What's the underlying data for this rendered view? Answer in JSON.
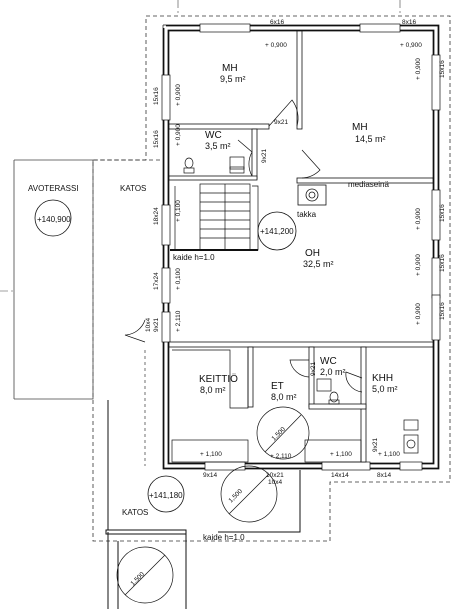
{
  "rooms": {
    "mh1": {
      "name": "MH",
      "area": "9,5 m²"
    },
    "mh2": {
      "name": "MH",
      "area": "14,5 m²"
    },
    "wc1": {
      "name": "WC",
      "area": "3,5 m²"
    },
    "oh": {
      "name": "OH",
      "area": "32,5 m²"
    },
    "keittio": {
      "name": "KEITTIÖ",
      "area": "8,0 m²"
    },
    "et": {
      "name": "ET",
      "area": "8,0 m²"
    },
    "wc2": {
      "name": "WC",
      "area": "2,0 m²"
    },
    "khh": {
      "name": "KHH",
      "area": "5,0 m²"
    }
  },
  "labels": {
    "avoterassi": "AVOTERASSI",
    "katos_top": "KATOS",
    "katos_bottom": "KATOS",
    "takka": "takka",
    "mediaseina": "mediaseinä",
    "kaide_top": "kaide h=1.0",
    "kaide_bottom": "kaide h=1.0"
  },
  "levels": {
    "terrace": "+140,900",
    "floor": "+141,200",
    "entry": "+141,180"
  },
  "dimensions": {
    "top_6x16": "6x16",
    "top_8x16": "8x16",
    "win_900_a": "+ 0,900",
    "win_900_b": "+ 0,900",
    "win_900_left": "+ 0,900",
    "win_900_wc": "+ 0,900",
    "right_900_a": "+ 0,900",
    "right_900_b": "+ 0,900",
    "right_900_c": "+ 0,900",
    "right_900_d": "+ 0,900",
    "left_15x16_a": "15x16",
    "left_15x16_b": "15x16",
    "left_18x24": "18x24",
    "left_17x24": "17x24",
    "left_10x4": "10x4",
    "left_9x21": "9x21",
    "left_100_a": "+ 0,100",
    "left_100_b": "+ 0,100",
    "left_2110": "+ 2,110",
    "right_15x16_a": "15x16",
    "right_15x16_b": "15x16",
    "right_15x16_c": "15x16",
    "right_15x16_d": "15x16",
    "door_9x21_a": "9x21",
    "door_9x21_b": "9x21",
    "door_9x21_c": "9x21",
    "door_9x21_d": "9x21",
    "bottom_1100_a": "+ 1,100",
    "bottom_1100_b": "+ 1,100",
    "bottom_1100_c": "+ 1,100",
    "bottom_2110": "+ 2,110",
    "bottom_9x14": "9x14",
    "bottom_10x21": "10x21",
    "bottom_10x4": "10x4",
    "bottom_14x14": "14x14",
    "bottom_8x14": "8x14",
    "swing_1500_a": "1,500",
    "swing_1500_b": "1,500",
    "swing_1500_c": "1,500"
  }
}
